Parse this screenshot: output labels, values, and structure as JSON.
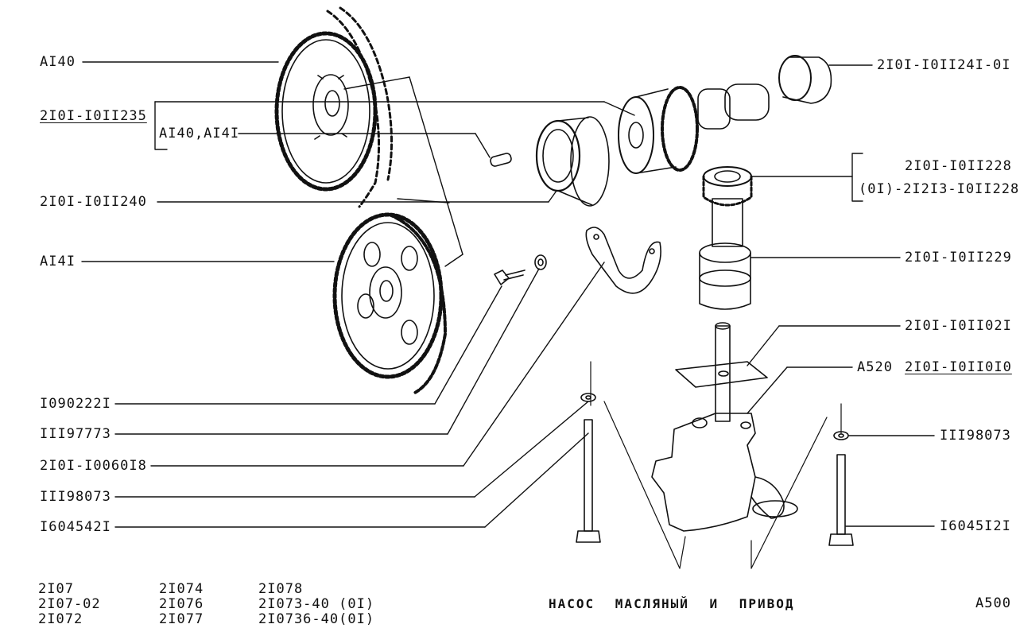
{
  "callouts": {
    "ai40": "AI40",
    "p1235": "2I0I-I0II235",
    "ai40_ai41": "AI40,AI4I",
    "p1240": "2I0I-I0II240",
    "ai41": "AI4I",
    "p10902221": "I090222I",
    "p11197773": "III97773",
    "p100608": "2I0I-I0060I8",
    "p11198073_left": "III98073",
    "p16045421": "I604542I",
    "p12401": "2I0I-I0II24I-0I",
    "p1228": "2I0I-I0II228",
    "p1228_alt": "(0I)-2I2I3-I0II228",
    "p1229": "2I0I-I0II229",
    "p1021": "2I0I-I0II02I",
    "a520": "A520",
    "p1010": "2I0I-I0II0I0",
    "p11198073_right": "III98073",
    "p16045121": "I6045I2I"
  },
  "models": {
    "col1": [
      "2I07",
      "2I07-02",
      "2I072"
    ],
    "col2": [
      "2I074",
      "2I076",
      "2I077"
    ],
    "col3": [
      "2I078",
      "2I073-40 (0I)",
      "2I0736-40(0I)"
    ]
  },
  "title": "НАСОС МАСЛЯНЫЙ И ПРИВОД",
  "page_code": "A500"
}
